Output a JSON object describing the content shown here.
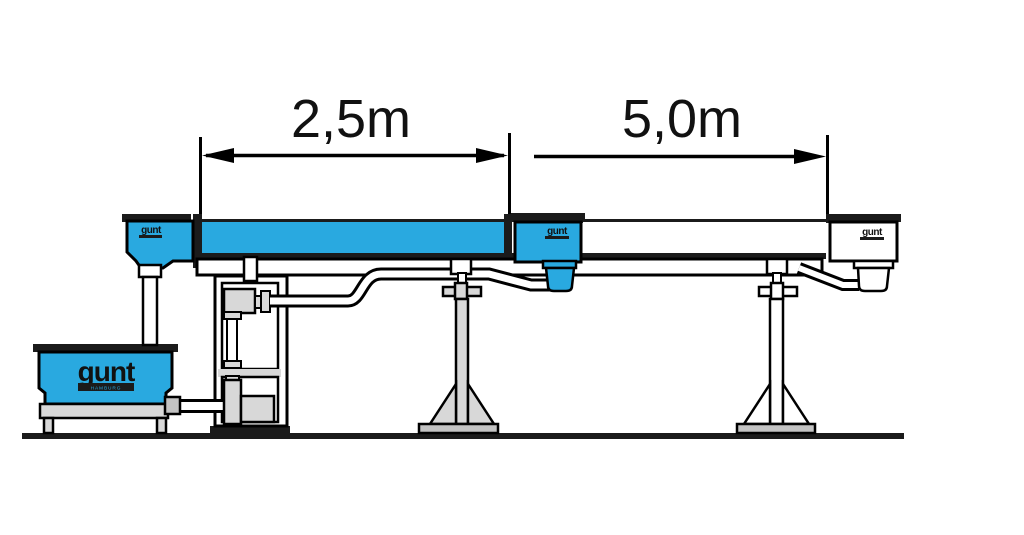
{
  "dimensions": {
    "section_left": {
      "label": "2,5m"
    },
    "section_right": {
      "label": "5,0m"
    }
  },
  "brand": {
    "name": "gunt",
    "tagline": "HAMBURG"
  },
  "colors": {
    "water_blue": "#29A9E0",
    "outline_black": "#000000",
    "dark_rim": "#1b1b1b",
    "light_gray": "#d8d8d8",
    "background": "#ffffff"
  }
}
